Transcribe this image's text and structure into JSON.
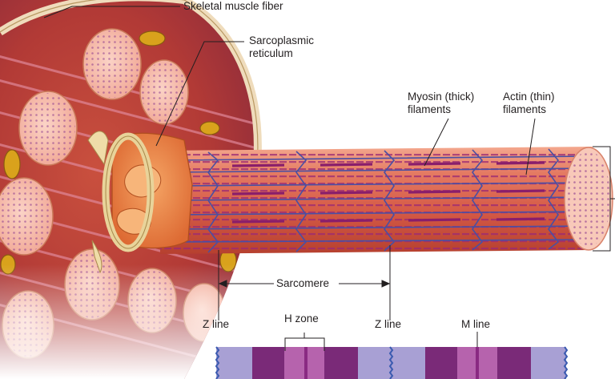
{
  "labels": {
    "skeletal_muscle_fiber": "Skeletal muscle fiber",
    "sarcoplasmic_reticulum": "Sarcoplasmic\nreticulum",
    "myosin_filaments": "Myosin (thick)\nfilaments",
    "actin_filaments": "Actin (thin)\nfilaments",
    "sarcomere": "Sarcomere",
    "z_line_left": "Z line",
    "h_zone": "H zone",
    "z_line_right": "Z line",
    "m_line": "M line"
  },
  "colors": {
    "fiber_membrane": "#f2e3c6",
    "myofibril_red": "#d9644e",
    "sarcoplasmic_reticulum": "#e8844a",
    "myofibril_end": "#f7c6b4",
    "myosin": "#8a1e6b",
    "actin_z_lines": "#4a4fa3",
    "a_band": "#7a2a78",
    "i_band": "#a8a0d4",
    "h_zone": "#b663ad",
    "m_line": "#8a2a82",
    "z_line": "#3b5bb0"
  }
}
